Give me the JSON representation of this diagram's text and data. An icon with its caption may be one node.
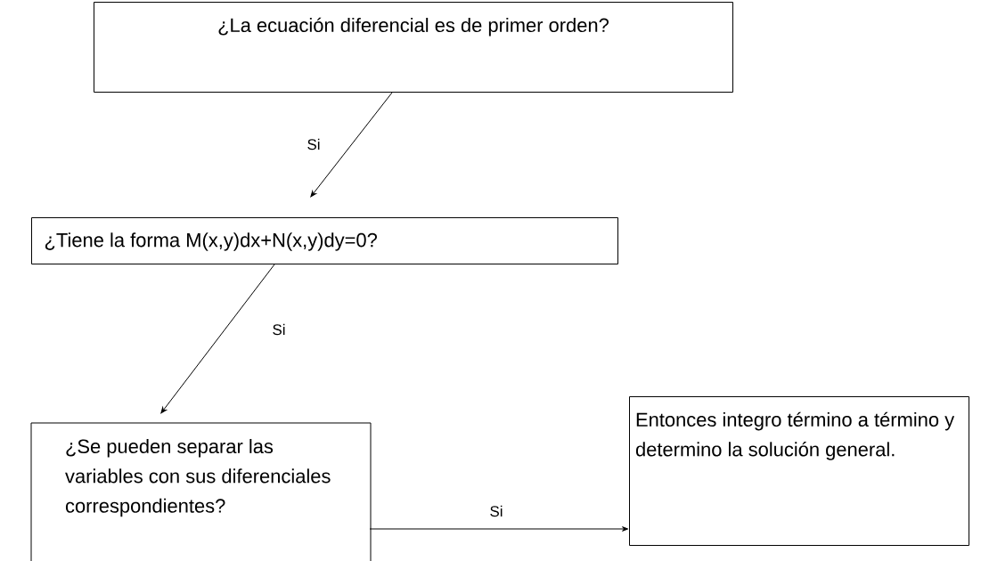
{
  "diagram": {
    "nodes": [
      {
        "text": [
          "¿La ecuación diferencial es de primer orden?"
        ]
      },
      {
        "text": [
          "¿Tiene la forma M(x,y)dx+N(x,y)dy=0?"
        ]
      },
      {
        "text": [
          "¿Se pueden separar las variables con sus diferenciales correspondientes?"
        ]
      },
      {
        "text": [
          "Entonces integro término a término y determino la solución general."
        ]
      }
    ],
    "edges": [
      {
        "from": 0,
        "to": 1,
        "arrow": "to",
        "label": "Si"
      },
      {
        "from": 1,
        "to": 2,
        "arrow": "to",
        "label": "Si"
      },
      {
        "from": 2,
        "to": 3,
        "arrow": "to",
        "label": "Si"
      }
    ]
  }
}
